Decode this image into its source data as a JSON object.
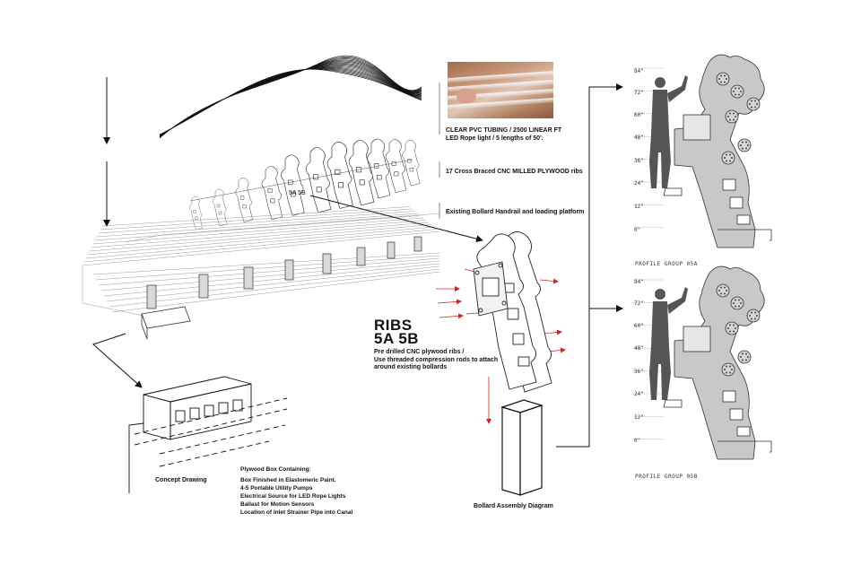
{
  "callouts": {
    "tubing_line1": "CLEAR PVC TUBING / 2500 LINEAR FT",
    "tubing_line2": "LED Rope light / 5 lengths of 50'.",
    "ribs_count": "17 Cross Braced CNC MILLED PLYWOOD ribs",
    "handrail": "Existing Bollard Handrail and loading platform",
    "rib_tag": "5A 5B"
  },
  "ribs": {
    "title_line1": "RIBS",
    "title_line2": "5A 5B",
    "desc_line1": "Pre drilled CNC plywood ribs /",
    "desc_line2": "Use threaded compression rods to attach",
    "desc_line3": "around existing bollards"
  },
  "box": {
    "heading": "Plywood Box Containing:",
    "items": [
      "Box Finished in Elastomeric Paint.",
      "4-5 Portable Utility Pumps",
      "Electrical Source for LED Rope Lights",
      "Ballast for Motion Sensors",
      "Location of Inlet Strainer Pipe into Canal"
    ],
    "concept": "Concept Drawing"
  },
  "bollard_caption": "Bollard Assembly Diagram",
  "profiles": [
    {
      "label": "PROFILE GROUP 05A",
      "ticks": [
        "84\"",
        "72\"",
        "60\"",
        "48\"",
        "36\"",
        "24\"",
        "12\"",
        "0\""
      ]
    },
    {
      "label": "PROFILE GROUP 05B",
      "ticks": [
        "84\"",
        "72\"",
        "60\"",
        "48\"",
        "36\"",
        "24\"",
        "12\"",
        "0\""
      ]
    }
  ],
  "colors": {
    "ink": "#111111",
    "arrow_red": "#d62020",
    "panel_gray": "#c8c8c8",
    "tube_photo": "#b98a6a"
  }
}
